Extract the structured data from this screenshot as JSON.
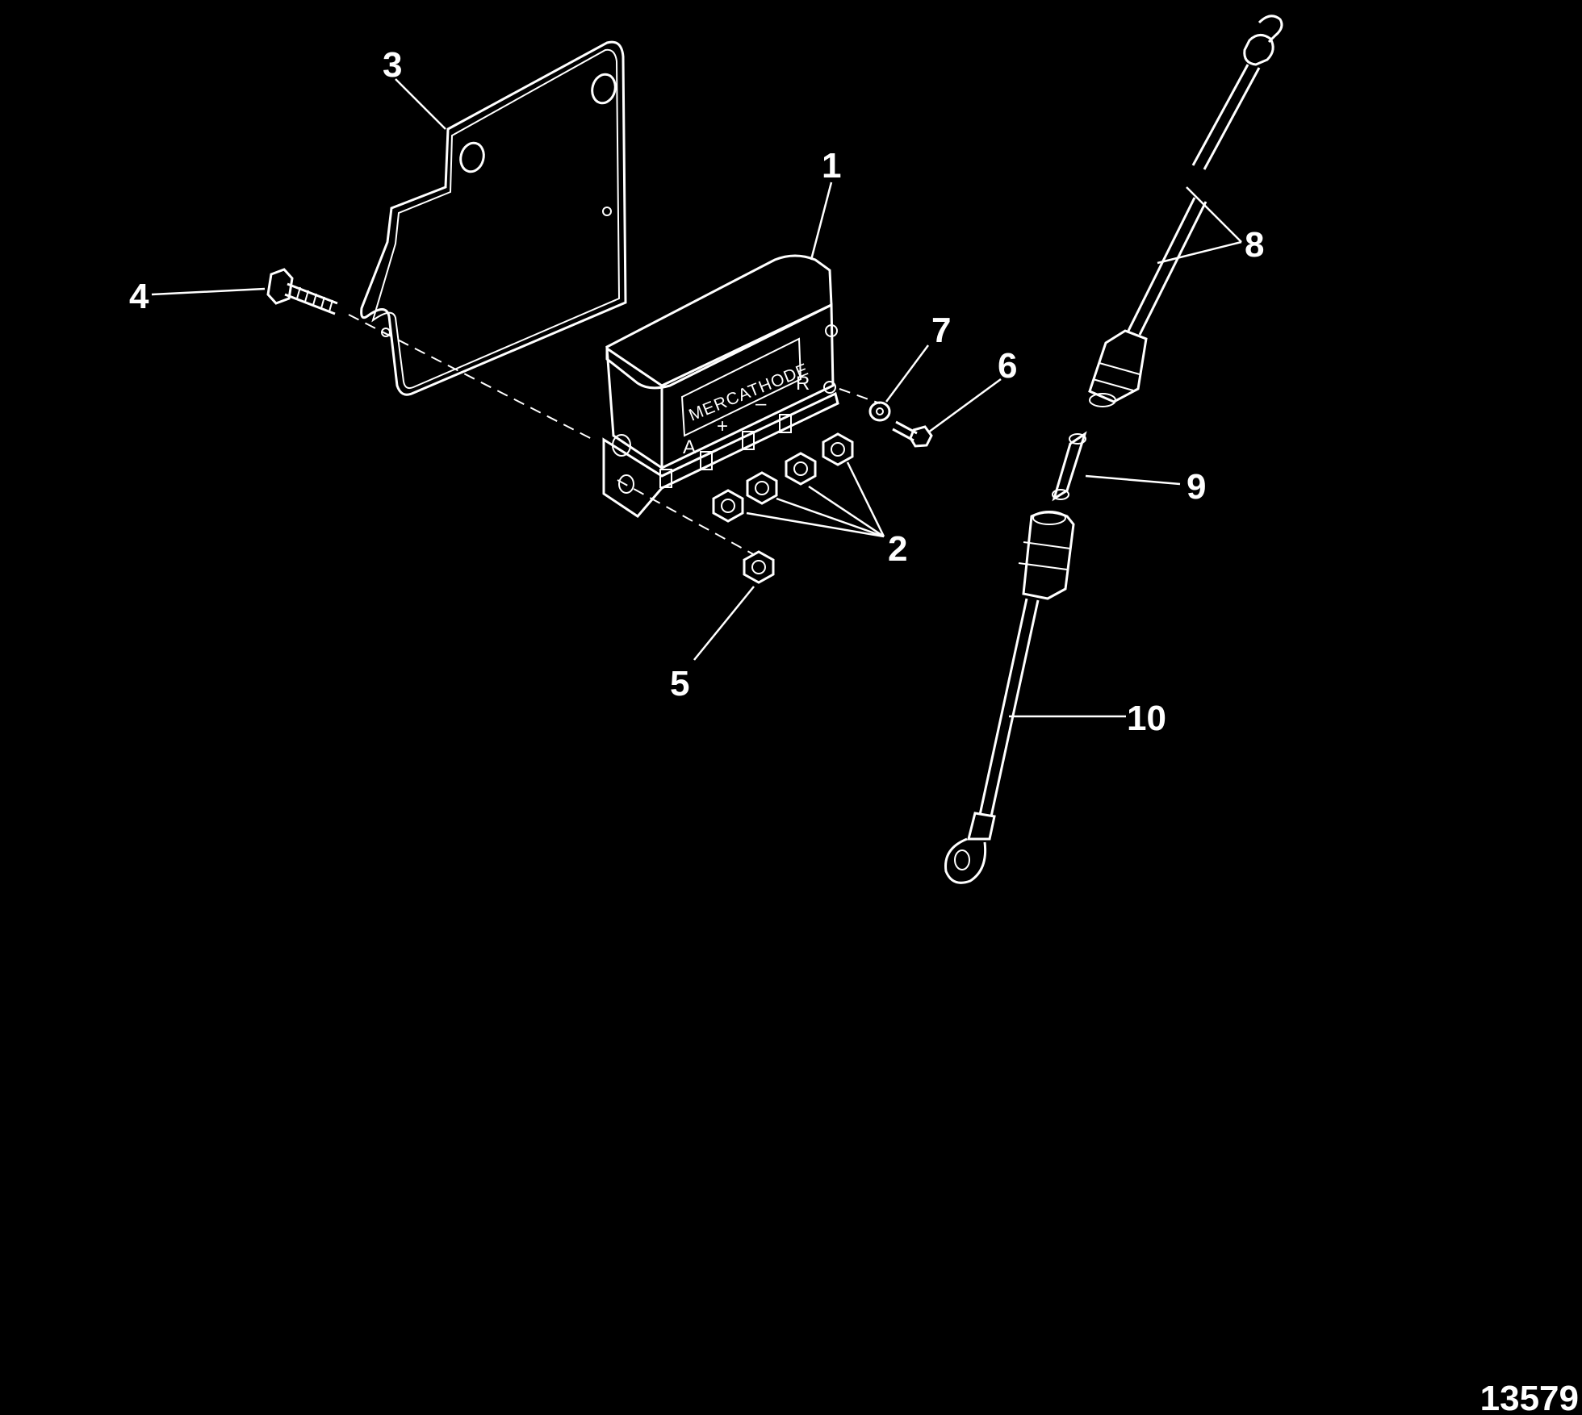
{
  "diagram": {
    "module_label": "MERCATHODE",
    "terminals": [
      "A",
      "+",
      "–",
      "R"
    ],
    "callouts": [
      "1",
      "2",
      "3",
      "4",
      "5",
      "6",
      "7",
      "8",
      "9",
      "10"
    ],
    "figure_number": "13579",
    "colors": {
      "background": "#000000",
      "line": "#ffffff"
    }
  }
}
